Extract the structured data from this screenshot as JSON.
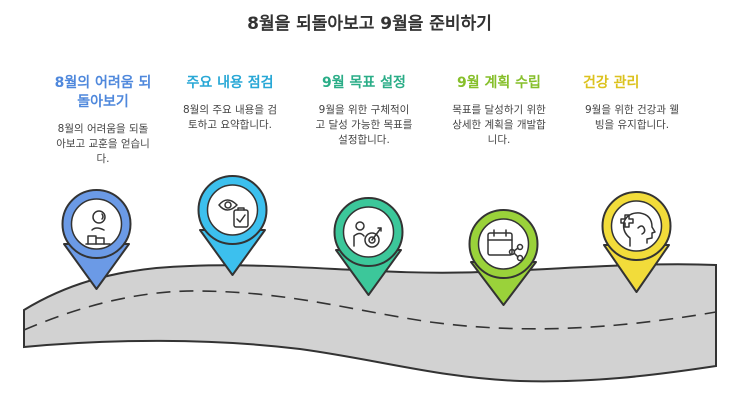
{
  "title": "8월을 되돌아보고 9월을 준비하기",
  "steps": [
    {
      "heading_lines": [
        "8월의 어려움 되",
        "돌아보기"
      ],
      "desc_lines": [
        "8월의 어려움을 되돌",
        "아보고 교훈을 얻습니",
        "다."
      ],
      "color": "#4f88dc",
      "pin_fill": "#6b9ae6",
      "icon": "person-reflecting-icon"
    },
    {
      "heading_lines": [
        "주요 내용 점검"
      ],
      "desc_lines": [
        "8월의 주요 내용을 검",
        "토하고 요약합니다."
      ],
      "color": "#29a8d6",
      "pin_fill": "#3cc0ee",
      "icon": "eye-checklist-icon"
    },
    {
      "heading_lines": [
        "9월 목표 설정"
      ],
      "desc_lines": [
        "9월을 위한 구체적이",
        "고 달성 가능한 목표를",
        "설정합니다."
      ],
      "color": "#2aad87",
      "pin_fill": "#3cc79a",
      "icon": "target-person-icon"
    },
    {
      "heading_lines": [
        "9월 계획 수립"
      ],
      "desc_lines": [
        "목표를 달성하기 위한",
        "상세한 계획을 개발합",
        "니다."
      ],
      "color": "#86bf2a",
      "pin_fill": "#9ad23a",
      "icon": "calendar-share-icon"
    },
    {
      "heading_lines": [
        "건강 관리"
      ],
      "desc_lines": [
        "9월을 위한 건강과 웰",
        "빙을 유지합니다."
      ],
      "color": "#dcc21e",
      "pin_fill": "#f2dc3a",
      "icon": "head-health-icon"
    }
  ]
}
